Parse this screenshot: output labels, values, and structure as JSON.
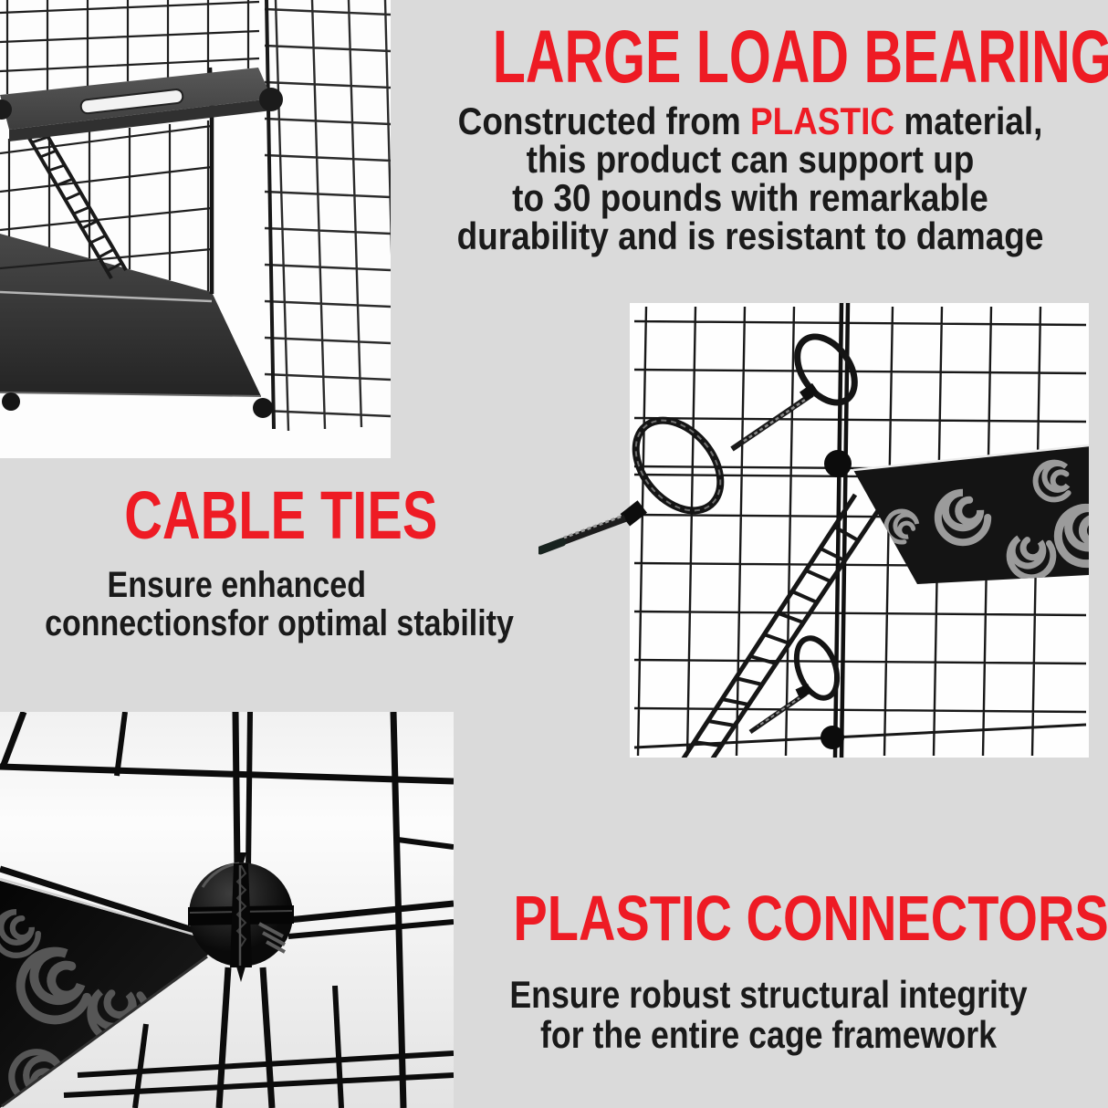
{
  "page": {
    "background": "#dadada",
    "accent_red": "#ee1b24",
    "text_color": "#1a1a1a",
    "photo_background": "#fdfdfd"
  },
  "sections": {
    "load_bearing": {
      "title": "LARGE LOAD BEARING",
      "line1_prefix": "Constructed from ",
      "line1_highlight": "PLASTIC",
      "line1_suffix": " material,",
      "line2": "this product can support up",
      "line3": "to 30 pounds with remarkable",
      "line4": "durability and is resistant to damage"
    },
    "cable_ties": {
      "title": "CABLE TIES",
      "line1": "Ensure enhanced",
      "line2": "connectionsfor optimal stability"
    },
    "plastic_connectors": {
      "title": "PLASTIC CONNECTORS",
      "line1": "Ensure robust structural integrity",
      "line2": "for the entire cage framework"
    }
  },
  "photos": {
    "top_left": "cage-interior-with-shelf-ladder-and-mat",
    "middle_right": "cable-ties-fastening-wire-grid",
    "bottom_left": "round-plastic-connector-closeup"
  }
}
